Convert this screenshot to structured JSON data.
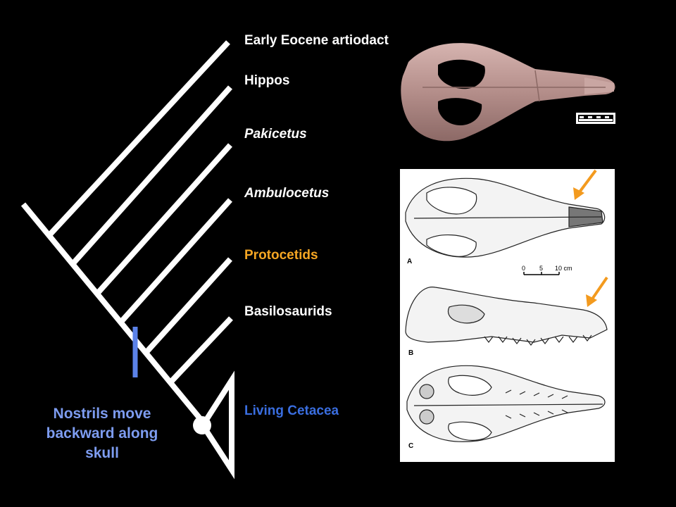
{
  "taxa": {
    "early_eocene": "Early Eocene artiodactyls",
    "hippos": "Hippos",
    "pakicetus": "Pakicetus",
    "ambulocetus": "Ambulocetus",
    "protocetids": "Protocetids",
    "basilosaurids": "Basilosaurids",
    "living_cetacea": "Living Cetacea"
  },
  "annotation": {
    "line1": "Nostrils move",
    "line2": "backward along",
    "line3": "skull"
  },
  "figure_labels": {
    "a": "A",
    "b": "B",
    "c": "C",
    "scale_0": "0",
    "scale_5": "5",
    "scale_10": "10 cm"
  },
  "colors": {
    "background": "#000000",
    "branch": "#ffffff",
    "protocetids_label": "#f5a623",
    "living_cetacea_label": "#3a6ee0",
    "annotation": "#7d9cf0",
    "nostril_marker": "#5b82e8",
    "arrow": "#f39a1e"
  }
}
